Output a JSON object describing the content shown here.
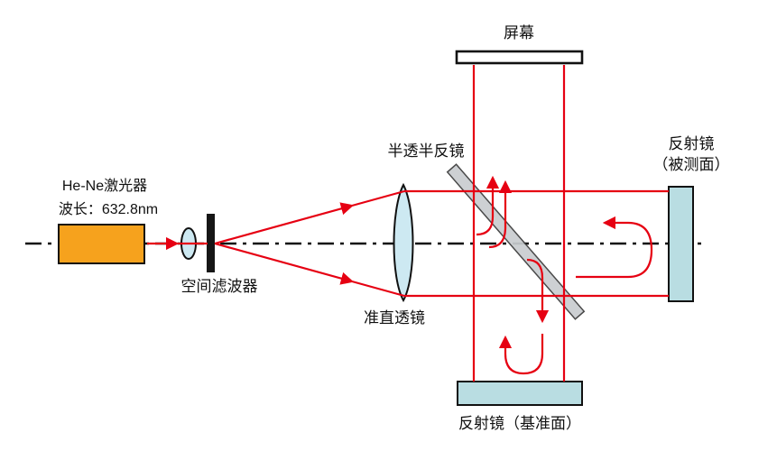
{
  "labels": {
    "laser_name": "He-Ne激光器",
    "laser_wavelength": "波长：632.8nm",
    "spatial_filter": "空间滤波器",
    "collimating_lens": "准直透镜",
    "beam_splitter": "半透半反镜",
    "screen": "屏幕",
    "mirror_test_line1": "反射镜",
    "mirror_test_line2": "（被测面）",
    "mirror_reference": "反射镜（基准面）"
  },
  "colors": {
    "laser_fill": "#F6A21D",
    "lens_fill": "#CDE9F2",
    "mirror_fill": "#B9DDE2",
    "beam_red": "#E60012",
    "splitter_gray": "#C9CDD0",
    "filter_bar": "#161616",
    "axis_black": "#111111"
  }
}
